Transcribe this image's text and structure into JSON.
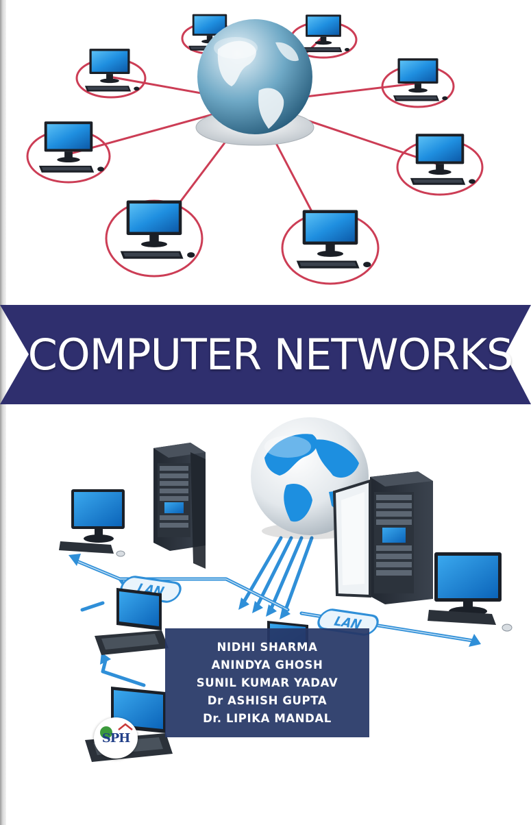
{
  "book": {
    "title": "COMPUTER NETWORKS",
    "authors": [
      "NIDHI SHARMA",
      "ANINDYA GHOSH",
      "SUNIL KUMAR YADAV",
      "Dr ASHISH GUPTA",
      "Dr. LIPIKA MANDAL"
    ],
    "lan_labels": [
      "LAN",
      "LAN"
    ],
    "publisher_logo_text": "SPH"
  },
  "colors": {
    "banner": "#2f2f6e",
    "author_box": "#263766",
    "link_red": "#cc3d55",
    "arrow_blue": "#2f8fd8",
    "screen_blue": "#1f8fe0"
  },
  "icons": {
    "globe": "globe-icon",
    "desktop": "desktop-computer-icon",
    "laptop": "laptop-icon",
    "server": "server-rack-icon"
  }
}
